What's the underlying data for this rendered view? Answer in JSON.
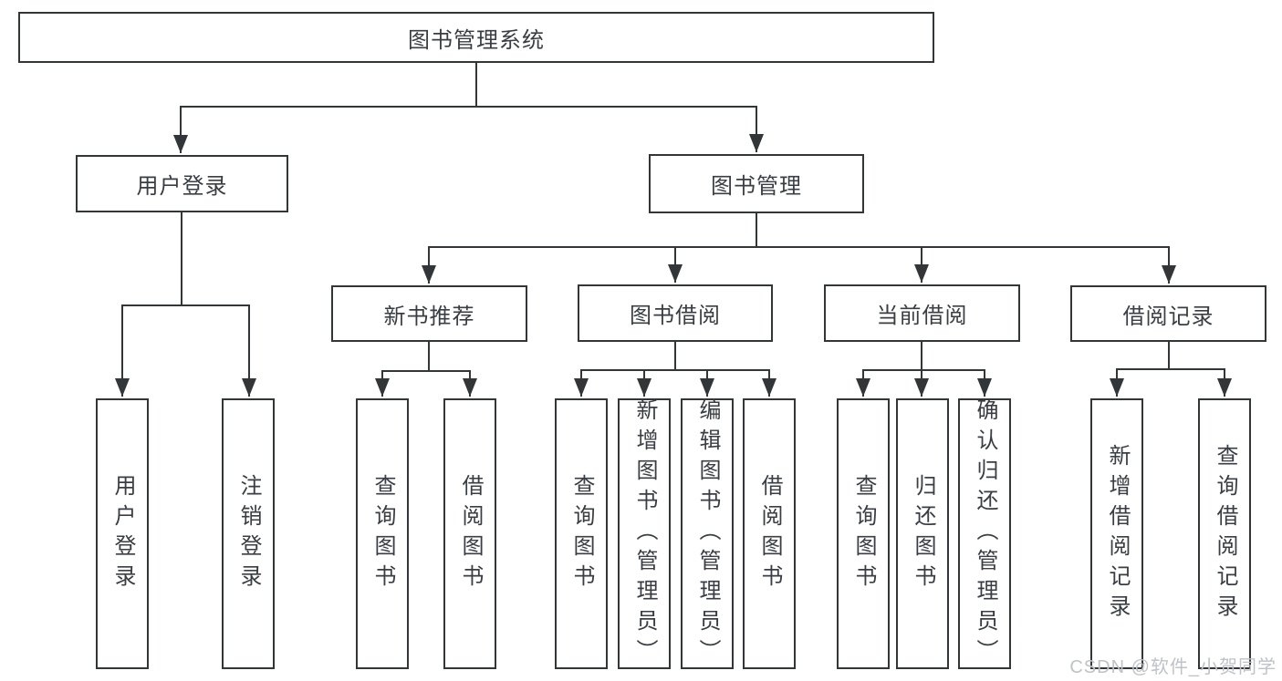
{
  "tree": {
    "root": {
      "label": "图书管理系统"
    },
    "branches": [
      {
        "label": "用户登录",
        "children": [
          {
            "label": "用户登录"
          },
          {
            "label": "注销登录"
          }
        ]
      },
      {
        "label": "图书管理",
        "sections": [
          {
            "label": "新书推荐",
            "children": [
              {
                "label": "查询图书"
              },
              {
                "label": "借阅图书"
              }
            ]
          },
          {
            "label": "图书借阅",
            "children": [
              {
                "label": "查询图书"
              },
              {
                "label": "新增图书（管理员）"
              },
              {
                "label": "编辑图书（管理员）"
              },
              {
                "label": "借阅图书"
              }
            ]
          },
          {
            "label": "当前借阅",
            "children": [
              {
                "label": "查询图书"
              },
              {
                "label": "归还图书"
              },
              {
                "label": "确认归还（管理员）"
              }
            ]
          },
          {
            "label": "借阅记录",
            "children": [
              {
                "label": "新增借阅记录"
              },
              {
                "label": "查询借阅记录"
              }
            ]
          }
        ]
      }
    ]
  },
  "watermark": {
    "text": "CSDN @软件_小贺同学"
  },
  "colors": {
    "line": "#333639",
    "text": "#393e44",
    "watermark": "#bec3c9",
    "background": "#ffffff"
  }
}
